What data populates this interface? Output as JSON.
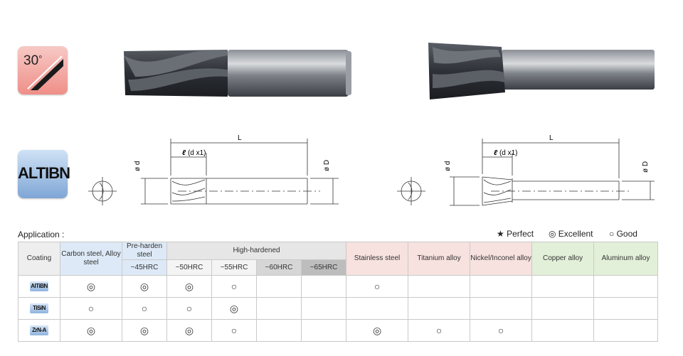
{
  "badges": {
    "angle": "30",
    "angle_unit": "°",
    "coating": "ALTIBN"
  },
  "drawings": {
    "length_label": "L",
    "d_label": "ø d",
    "D_label": "ø D",
    "flute_note": "(d x1)"
  },
  "application": {
    "label": "Application :",
    "legend": {
      "perfect": "★ Perfect",
      "excellent": "◎ Excellent",
      "good": "○ Good"
    },
    "headers": {
      "coating": "Coating",
      "carbon": "Carbon steel, Alloy steel",
      "preharden": "Pre-harden steel",
      "preharden_sub": "~45HRC",
      "highhard": "High-hardened",
      "hh_sub": [
        "~50HRC",
        "~55HRC",
        "~60HRC",
        "~65HRC"
      ],
      "stainless": "Stainless steel",
      "titanium": "Titanium alloy",
      "nickel": "Nickel/Inconel alloy",
      "copper": "Copper alloy",
      "aluminum": "Aluminum alloy"
    },
    "rows": [
      {
        "coating": "AlTiBN",
        "cells": [
          "◎",
          "◎",
          "◎",
          "○",
          "",
          "",
          "○",
          "",
          "",
          "",
          ""
        ]
      },
      {
        "coating": "TiSiN",
        "cells": [
          "○",
          "○",
          "○",
          "◎",
          "",
          "",
          "",
          "",
          "",
          "",
          ""
        ]
      },
      {
        "coating": "ZrN-A",
        "cells": [
          "◎",
          "◎",
          "◎",
          "○",
          "",
          "",
          "◎",
          "○",
          "○",
          "",
          ""
        ]
      }
    ]
  },
  "colors": {
    "badge_red": "#ef8f88",
    "badge_blue": "#7fa6d6",
    "tool_dark": "#3a3d44"
  }
}
